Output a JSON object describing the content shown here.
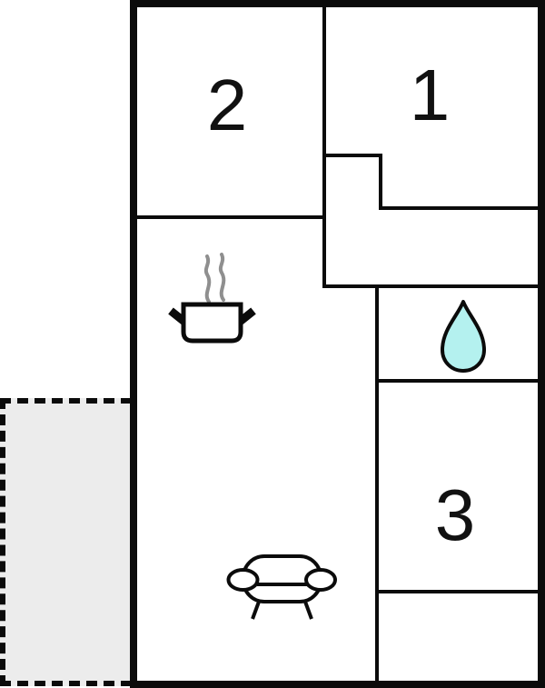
{
  "floorplan": {
    "room_labels": {
      "room1": "1",
      "room2": "2",
      "room3": "3"
    },
    "icons": {
      "kitchen": "cooking-pot-icon",
      "bathroom": "water-drop-icon",
      "living_room": "sofa-icon"
    },
    "colors": {
      "wall": "#0b0b0b",
      "background": "#ffffff",
      "terrace_fill": "#ececec",
      "water_drop_fill": "#b4f1ef",
      "steam_gray": "#8f8f8f"
    }
  }
}
